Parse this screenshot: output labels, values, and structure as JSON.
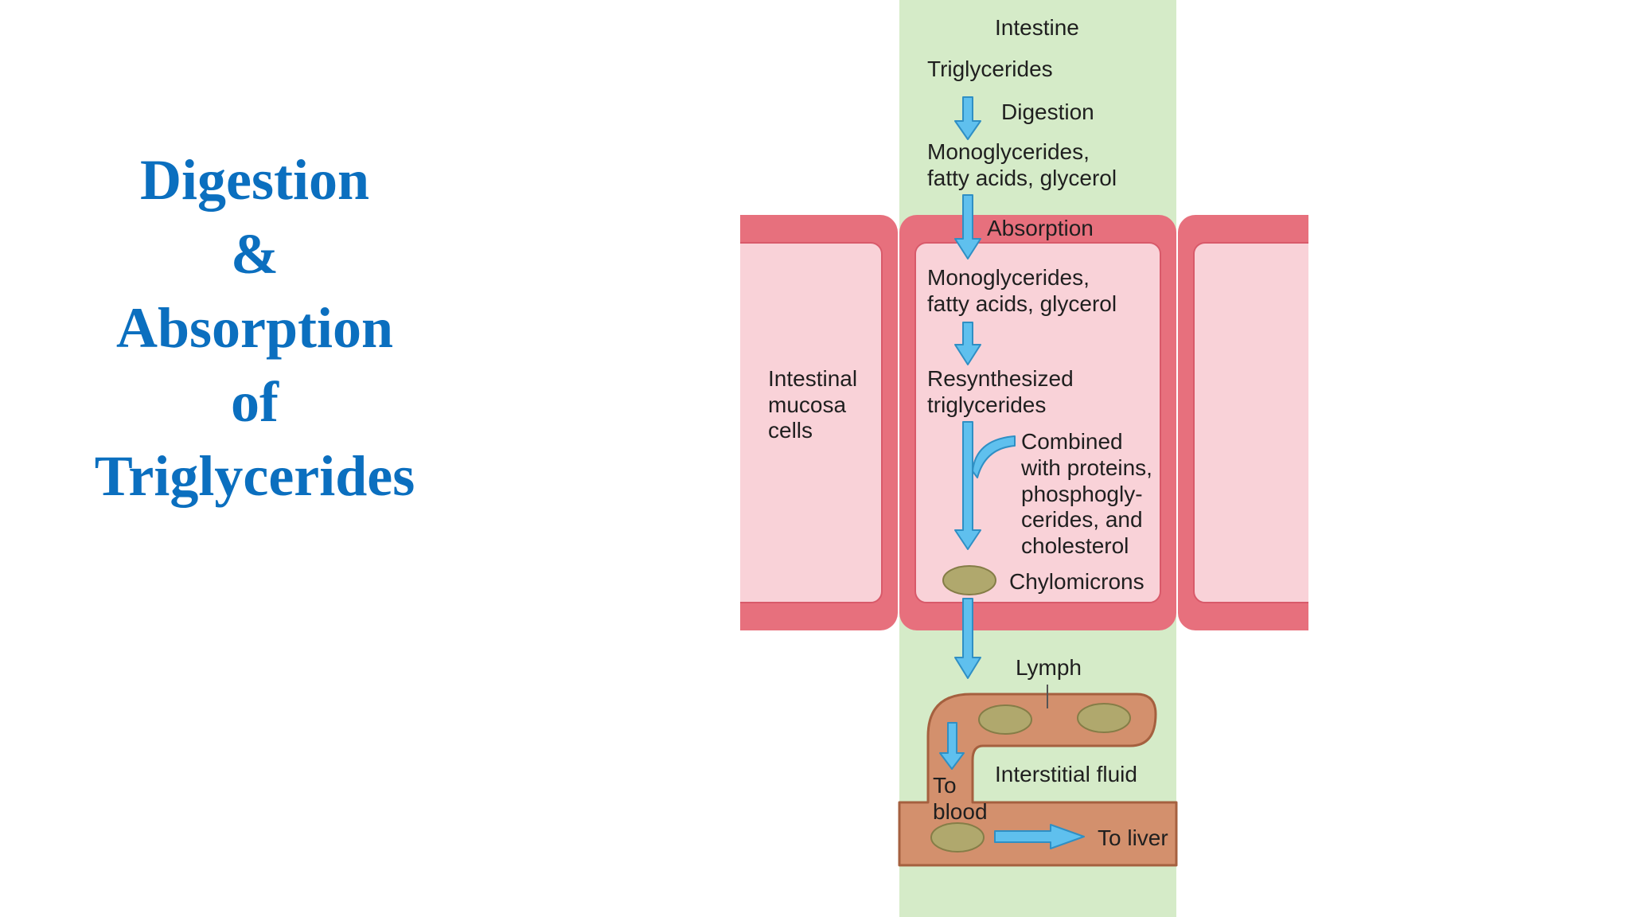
{
  "title_lines": [
    "Digestion",
    "&",
    "Absorption",
    "of",
    "Triglycerides"
  ],
  "labels": {
    "intestine": "Intestine",
    "triglycerides": "Triglycerides",
    "digestion": "Digestion",
    "products_line1": "Monoglycerides,",
    "products_line2": "fatty acids, glycerol",
    "absorption": "Absorption",
    "cell_products_line1": "Monoglycerides,",
    "cell_products_line2": "fatty acids, glycerol",
    "resynth_line1": "Resynthesized",
    "resynth_line2": "triglycerides",
    "combined_line1": "Combined",
    "combined_line2": "with proteins,",
    "combined_line3": "phosphogly-",
    "combined_line4": "cerides, and",
    "combined_line5": "cholesterol",
    "chylomicrons": "Chylomicrons",
    "mucosa_line1": "Intestinal",
    "mucosa_line2": "mucosa",
    "mucosa_line3": "cells",
    "lymph": "Lymph",
    "interstitial": "Interstitial fluid",
    "to_blood_line1": "To",
    "to_blood_line2": "blood",
    "to_liver": "To liver"
  },
  "colors": {
    "title": "#0b6fbf",
    "intestine_lumen": "#d5ebc8",
    "cell_border": "#e7707d",
    "cell_fill": "#f9d2d8",
    "arrow": "#5fc0ee",
    "arrow_edge": "#2f8fc4",
    "chylomicron": "#b0a86d",
    "chylomicron_edge": "#857d47",
    "lymph_vessel": "#d3906d",
    "lymph_edge": "#a5603f"
  }
}
